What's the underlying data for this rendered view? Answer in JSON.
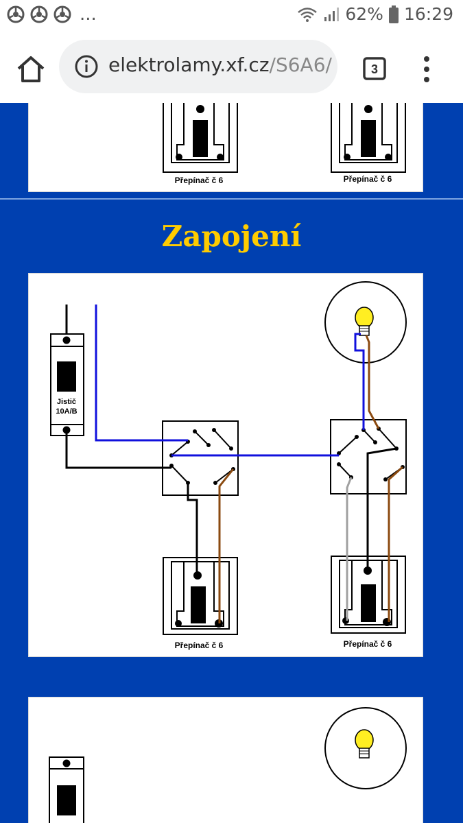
{
  "status_bar": {
    "notification_icons": [
      "chrome-icon",
      "chrome-icon",
      "chrome-icon"
    ],
    "overflow_dots": "...",
    "battery": "62%",
    "time": "16:29"
  },
  "browser": {
    "url_domain": "elektrolamy.xf.cz",
    "url_path": "/S6A6/",
    "tab_count": "3"
  },
  "page": {
    "section_title": "Zapojení",
    "switch_label_left": "Přepínač č 6",
    "switch_label_right": "Přepínač č 6",
    "breaker_label_line1": "Jistič",
    "breaker_label_line2": "10A/B",
    "colors": {
      "background": "#0040b0",
      "title": "#ffcc00",
      "wire_blue": "#1010dd",
      "wire_brown": "#8b4a10",
      "wire_black": "#000000",
      "wire_gray": "#a0a0a0",
      "bulb": "#ffee22"
    }
  }
}
